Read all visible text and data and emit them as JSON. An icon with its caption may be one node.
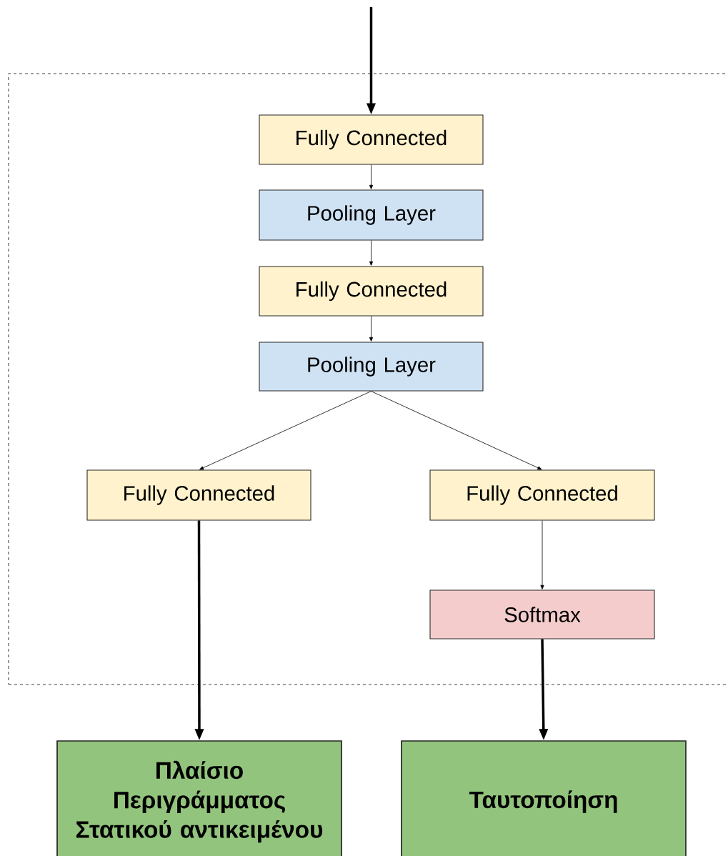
{
  "diagram": {
    "nodes": [
      {
        "text": [],
        "shape": "box"
      },
      {
        "text": [
          "Fully Connected"
        ],
        "in": 0
      },
      {
        "text": [
          "Pooling Layer"
        ],
        "in": 0
      },
      {
        "text": [
          "Fully Connected"
        ],
        "in": 0
      },
      {
        "text": [
          "Pooling Layer"
        ],
        "in": 0
      },
      {
        "text": [
          "Fully Connected"
        ],
        "in": 0
      },
      {
        "text": [
          "Fully Connected"
        ],
        "in": 0
      },
      {
        "text": [
          "Softmax"
        ],
        "in": 0
      },
      {
        "text": [
          "Πλαίσιο Περιγράμματος Στατικού αντικειμένου"
        ]
      },
      {
        "text": [
          "Ταυτοποίηση"
        ]
      }
    ],
    "edges": [
      {
        "from": null,
        "to": 1,
        "arrow": "to",
        "style": "thick"
      },
      {
        "from": 1,
        "to": 2,
        "arrow": "to"
      },
      {
        "from": 2,
        "to": 3,
        "arrow": "to"
      },
      {
        "from": 3,
        "to": 4,
        "arrow": "to"
      },
      {
        "from": 4,
        "to": 5,
        "arrow": "to"
      },
      {
        "from": 4,
        "to": 6,
        "arrow": "to"
      },
      {
        "from": 5,
        "to": 8,
        "arrow": "to",
        "style": "thick"
      },
      {
        "from": 6,
        "to": 7,
        "arrow": "to"
      },
      {
        "from": 7,
        "to": 9,
        "arrow": "to",
        "style": "thick"
      }
    ]
  }
}
